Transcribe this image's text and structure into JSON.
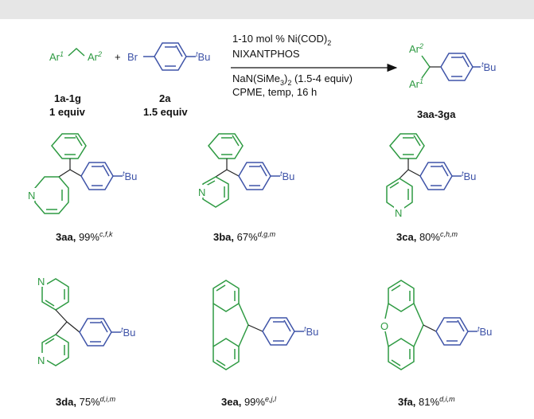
{
  "colors": {
    "topbar": "#e6e6e6",
    "green": "#2e9a42",
    "blue": "#3f54a8",
    "text": "#111111"
  },
  "reaction": {
    "substrate1": {
      "ar1": "Ar",
      "ar1_sup": "1",
      "ar2": "Ar",
      "ar2_sup": "2",
      "id": "1a-1g",
      "equiv": "1 equiv"
    },
    "plus": "+",
    "substrate2": {
      "br": "Br",
      "tbu_sup": "t",
      "tbu": "Bu",
      "id": "2a",
      "equiv": "1.5 equiv"
    },
    "conditions": {
      "line1_a": "1-10 mol % Ni(COD)",
      "line1_sub": "2",
      "line2": "NIXANTPHOS",
      "line3_a": "NaN(SiMe",
      "line3_sub1": "3",
      "line3_b": ")",
      "line3_sub2": "2",
      "line3_c": " (1.5-4 equiv)",
      "line4": "CPME, temp, 16 h"
    },
    "product": {
      "ar2": "Ar",
      "ar2_sup": "2",
      "ar1": "Ar",
      "ar1_sup": "1",
      "tbu_sup": "t",
      "tbu": "Bu",
      "id": "3aa-3ga"
    }
  },
  "atoms": {
    "N": "N",
    "O": "O",
    "tbu_sup": "t",
    "tbu": "Bu"
  },
  "products": [
    {
      "id": "3aa",
      "yield": " 99%",
      "notes": "c,f,k"
    },
    {
      "id": "3ba",
      "yield": " 67%",
      "notes": "d,g,m"
    },
    {
      "id": "3ca",
      "yield": " 80%",
      "notes": "c,h,m"
    },
    {
      "id": "3da",
      "yield": " 75%",
      "notes": "d,i,m"
    },
    {
      "id": "3ea",
      "yield": " 99%",
      "notes": "e,j,l"
    },
    {
      "id": "3fa",
      "yield": " 81%",
      "notes": "d,i,m"
    }
  ]
}
